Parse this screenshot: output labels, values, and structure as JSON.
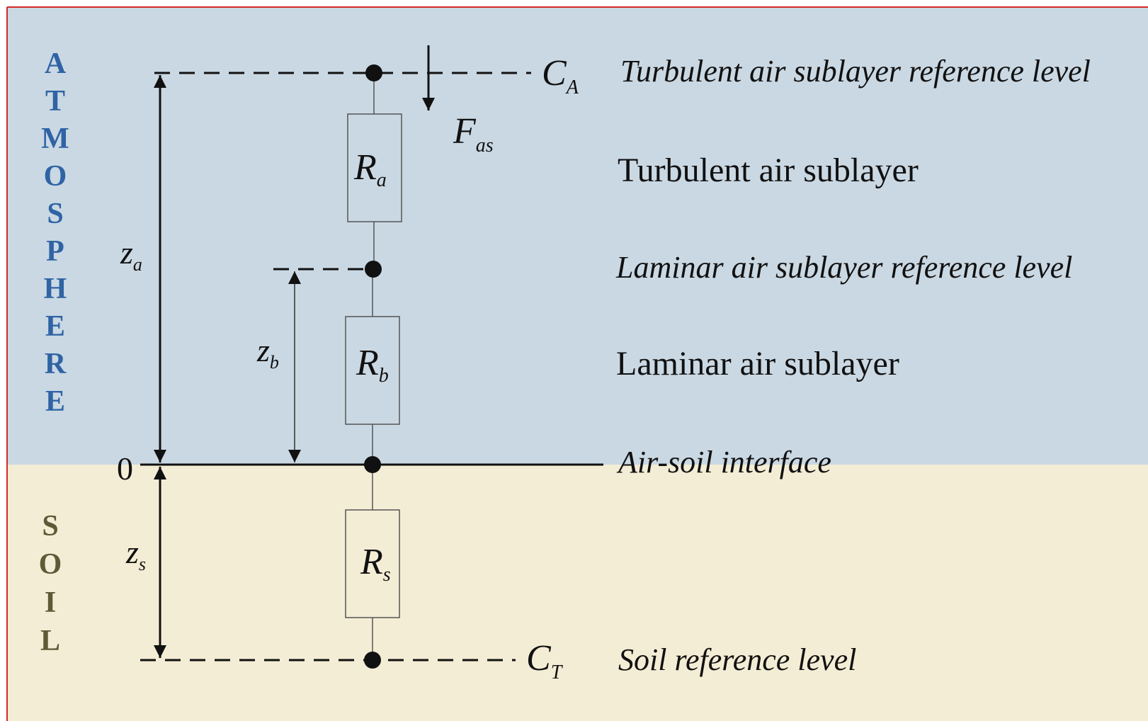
{
  "regions": {
    "atmosphere": {
      "label_letters": [
        "A",
        "T",
        "M",
        "O",
        "S",
        "P",
        "H",
        "E",
        "R",
        "E"
      ],
      "color": "#cad8e3",
      "label_color": "#2f63a4"
    },
    "soil": {
      "label_letters": [
        "S",
        "O",
        "I",
        "L"
      ],
      "color": "#f4edd5",
      "label_color": "#5e5a37"
    },
    "border_color": "#d42a2a"
  },
  "levels": {
    "turbulent_ref": "Turbulent air sublayer reference level",
    "turbulent_layer": "Turbulent air sublayer",
    "laminar_ref": "Laminar air sublayer reference level",
    "laminar_layer": "Laminar air sublayer",
    "interface": "Air-soil interface",
    "soil_ref": "Soil reference level"
  },
  "concentrations": {
    "ca": {
      "main": "C",
      "sub": "A"
    },
    "ct": {
      "main": "C",
      "sub": "T"
    }
  },
  "flux": {
    "main": "F",
    "sub": "as"
  },
  "resistors": {
    "ra": {
      "main": "R",
      "sub": "a"
    },
    "rb": {
      "main": "R",
      "sub": "b"
    },
    "rs": {
      "main": "R",
      "sub": "s"
    }
  },
  "dimensions": {
    "za": {
      "main": "z",
      "sub": "a"
    },
    "zb": {
      "main": "z",
      "sub": "b"
    },
    "zs": {
      "main": "z",
      "sub": "s"
    },
    "zero": "0"
  }
}
